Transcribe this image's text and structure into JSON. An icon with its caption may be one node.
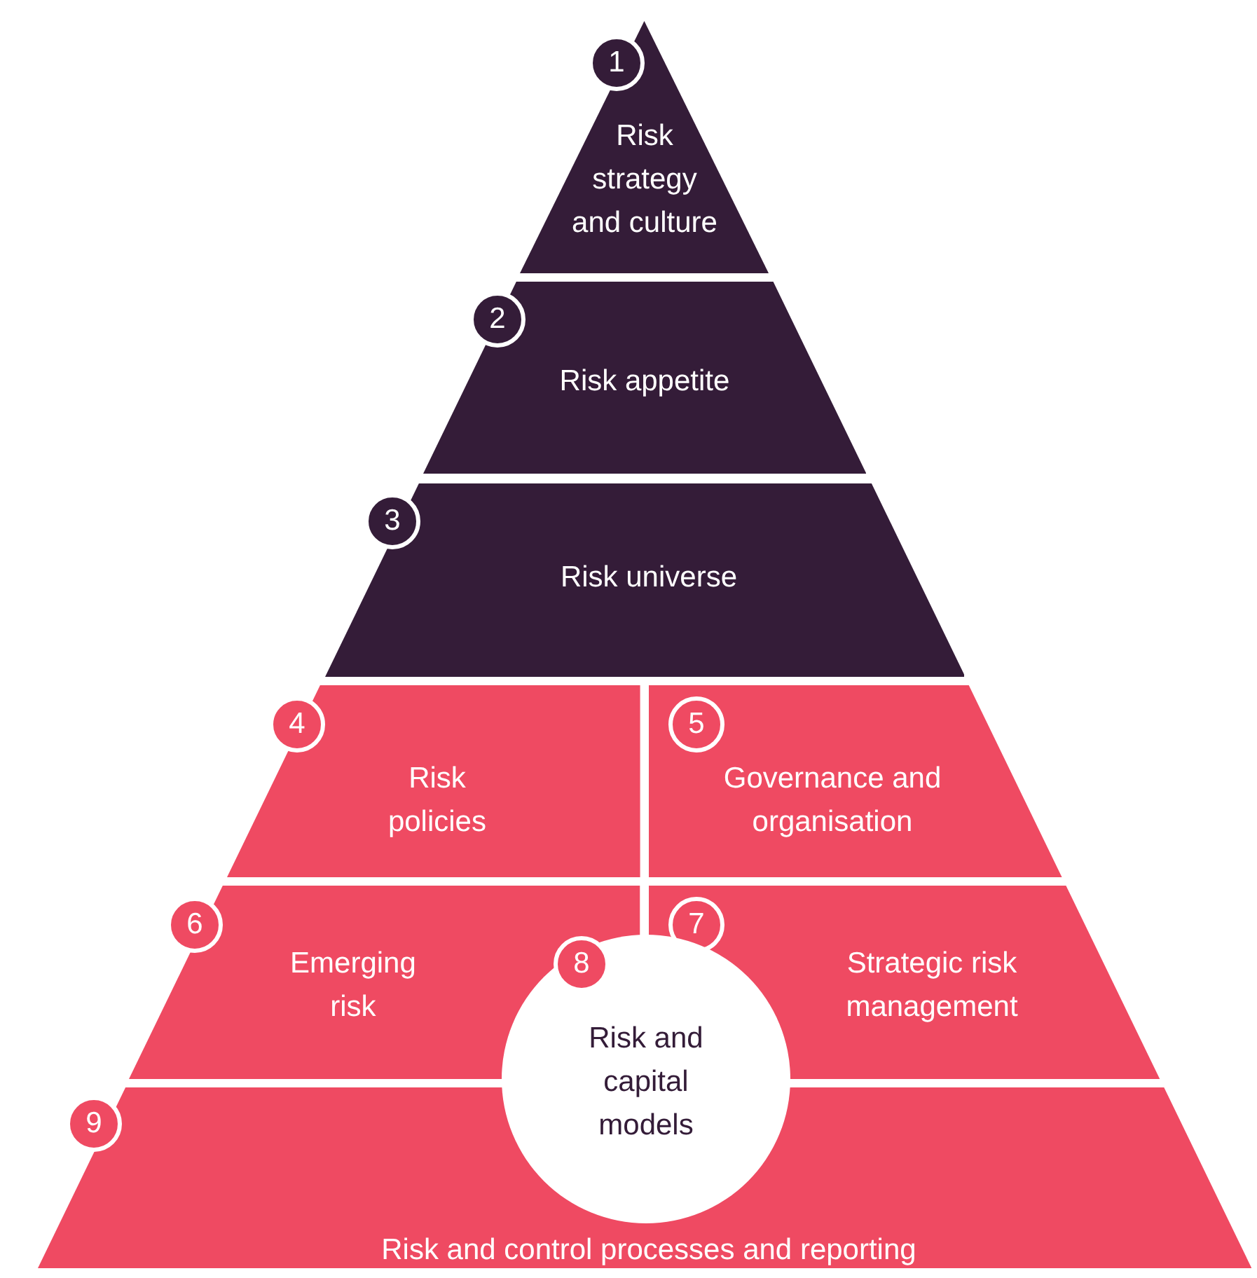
{
  "diagram": {
    "nodes": [
      {
        "text": [
          "1",
          "Risk strategy and culture"
        ]
      },
      {
        "text": [
          "2",
          "Risk appetite"
        ]
      },
      {
        "text": [
          "3",
          "Risk universe"
        ]
      },
      {
        "text": [
          "4",
          "Risk policies"
        ]
      },
      {
        "text": [
          "5",
          "Governance and organisation"
        ]
      },
      {
        "text": [
          "6",
          "Emerging risk"
        ]
      },
      {
        "text": [
          "7",
          "Strategic risk management"
        ]
      },
      {
        "text": [
          "8",
          "Risk and capital models"
        ]
      },
      {
        "text": [
          "9",
          "Risk and control processes and reporting"
        ]
      }
    ]
  }
}
